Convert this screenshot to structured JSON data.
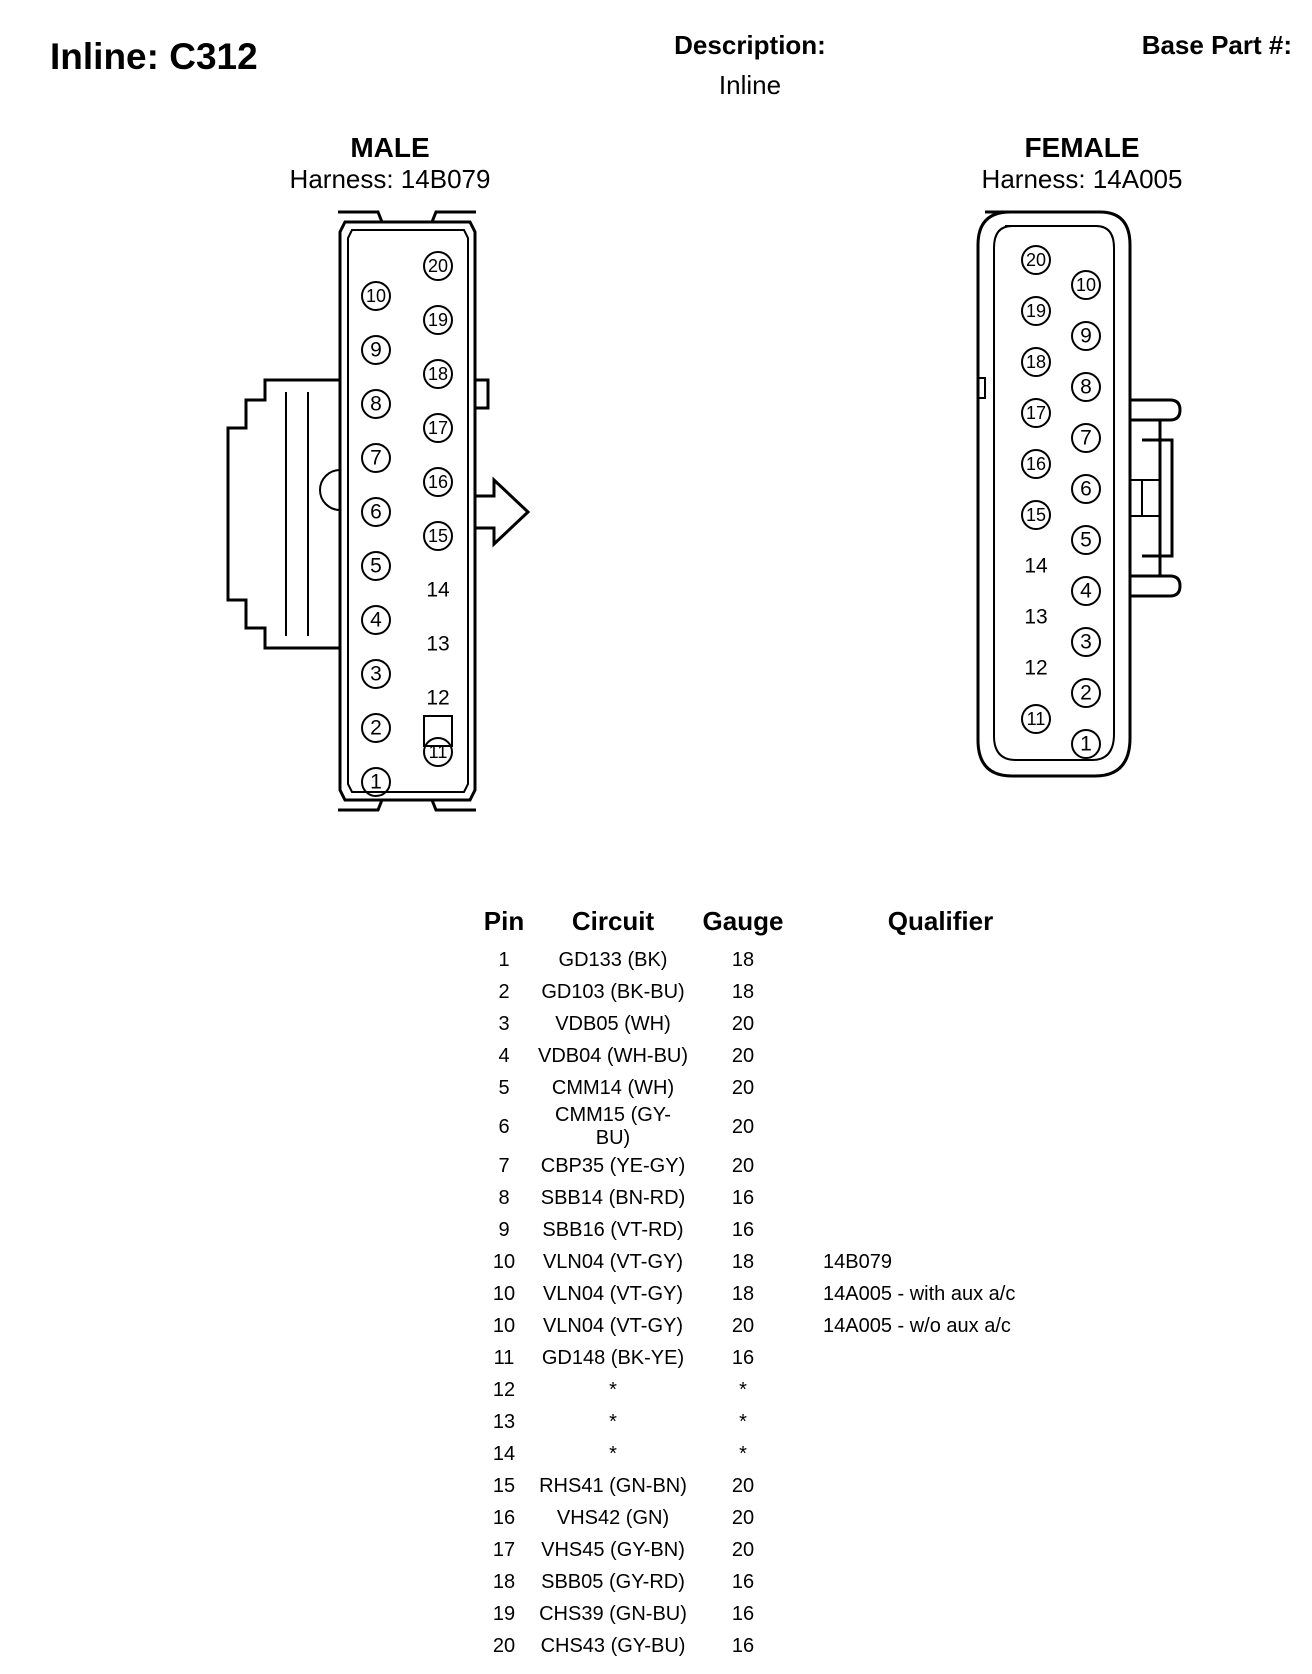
{
  "header": {
    "title": "Inline: C312",
    "description_label": "Description:",
    "description_value": "Inline",
    "base_part_label": "Base Part #:"
  },
  "male": {
    "gender": "MALE",
    "harness": "Harness: 14B079",
    "left_column_pins": [
      "10",
      "9",
      "8",
      "7",
      "6",
      "5",
      "4",
      "3",
      "2",
      "1"
    ],
    "right_column_pins": [
      "20",
      "19",
      "18",
      "17",
      "16",
      "15",
      "14",
      "13",
      "12",
      "11"
    ],
    "unpopulated_pins": [
      "14",
      "13",
      "12"
    ]
  },
  "female": {
    "gender": "FEMALE",
    "harness": "Harness: 14A005",
    "left_column_pins": [
      "20",
      "19",
      "18",
      "17",
      "16",
      "15",
      "14",
      "13",
      "12",
      "11"
    ],
    "right_column_pins": [
      "10",
      "9",
      "8",
      "7",
      "6",
      "5",
      "4",
      "3",
      "2",
      "1"
    ],
    "unpopulated_pins": [
      "14",
      "13",
      "12"
    ]
  },
  "table": {
    "headers": {
      "pin": "Pin",
      "circuit": "Circuit",
      "gauge": "Gauge",
      "qualifier": "Qualifier"
    },
    "rows": [
      {
        "pin": "1",
        "circuit": "GD133 (BK)",
        "gauge": "18",
        "qualifier": ""
      },
      {
        "pin": "2",
        "circuit": "GD103 (BK-BU)",
        "gauge": "18",
        "qualifier": ""
      },
      {
        "pin": "3",
        "circuit": "VDB05 (WH)",
        "gauge": "20",
        "qualifier": ""
      },
      {
        "pin": "4",
        "circuit": "VDB04 (WH-BU)",
        "gauge": "20",
        "qualifier": ""
      },
      {
        "pin": "5",
        "circuit": "CMM14 (WH)",
        "gauge": "20",
        "qualifier": ""
      },
      {
        "pin": "6",
        "circuit": "CMM15 (GY-BU)",
        "gauge": "20",
        "qualifier": ""
      },
      {
        "pin": "7",
        "circuit": "CBP35 (YE-GY)",
        "gauge": "20",
        "qualifier": ""
      },
      {
        "pin": "8",
        "circuit": "SBB14 (BN-RD)",
        "gauge": "16",
        "qualifier": ""
      },
      {
        "pin": "9",
        "circuit": "SBB16 (VT-RD)",
        "gauge": "16",
        "qualifier": ""
      },
      {
        "pin": "10",
        "circuit": "VLN04 (VT-GY)",
        "gauge": "18",
        "qualifier": "14B079"
      },
      {
        "pin": "10",
        "circuit": "VLN04 (VT-GY)",
        "gauge": "18",
        "qualifier": "14A005 - with aux a/c"
      },
      {
        "pin": "10",
        "circuit": "VLN04 (VT-GY)",
        "gauge": "20",
        "qualifier": "14A005 - w/o aux a/c"
      },
      {
        "pin": "11",
        "circuit": "GD148 (BK-YE)",
        "gauge": "16",
        "qualifier": ""
      },
      {
        "pin": "12",
        "circuit": "*",
        "gauge": "*",
        "qualifier": ""
      },
      {
        "pin": "13",
        "circuit": "*",
        "gauge": "*",
        "qualifier": ""
      },
      {
        "pin": "14",
        "circuit": "*",
        "gauge": "*",
        "qualifier": ""
      },
      {
        "pin": "15",
        "circuit": "RHS41 (GN-BN)",
        "gauge": "20",
        "qualifier": ""
      },
      {
        "pin": "16",
        "circuit": "VHS42 (GN)",
        "gauge": "20",
        "qualifier": ""
      },
      {
        "pin": "17",
        "circuit": "VHS45 (GY-BN)",
        "gauge": "20",
        "qualifier": ""
      },
      {
        "pin": "18",
        "circuit": "SBB05 (GY-RD)",
        "gauge": "16",
        "qualifier": ""
      },
      {
        "pin": "19",
        "circuit": "CHS39 (GN-BU)",
        "gauge": "16",
        "qualifier": ""
      },
      {
        "pin": "20",
        "circuit": "CHS43 (GY-BU)",
        "gauge": "16",
        "qualifier": ""
      }
    ]
  }
}
